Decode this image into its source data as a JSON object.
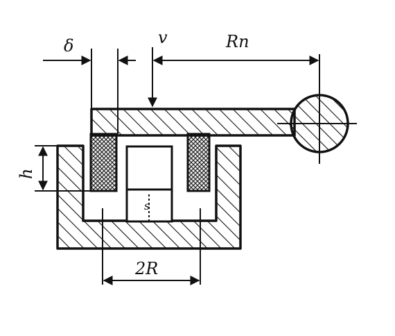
{
  "labels": {
    "delta": "δ",
    "v": "v",
    "Rn": "Rп",
    "h": "h",
    "s": "s",
    "two_r": "2R"
  }
}
